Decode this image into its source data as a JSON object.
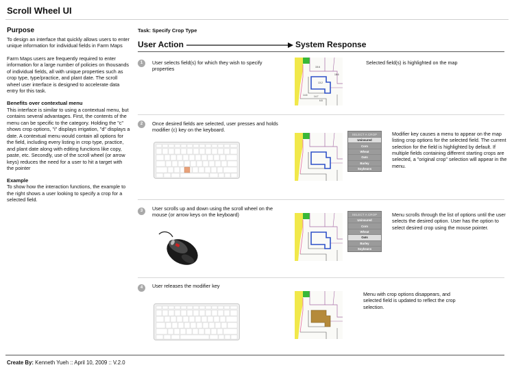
{
  "title": "Scroll Wheel UI",
  "left": {
    "purpose_heading": "Purpose",
    "purpose_p1": "To design an interface that quickly allows users to enter unique information for individual fields in Farm Maps",
    "purpose_p2": "Farm Maps users are frequently required to enter information for a large number of policies on thousands of individual fields, all with unique properties such as crop type, type/practice, and plant date. The scroll wheel user interface is designed to accelerate data entry for this task.",
    "benefits_heading": "Benefits over contextual menu",
    "benefits_p": "This interface is similar to using a contextual menu, but contains several advantages. First, the contents of the menu can be specific to the category. Holding the \"c\" shows crop options, \"i\" displays irrigation, \"d\" displays a date. A contextual menu would contain all options for the field, including every listing in crop type, practice, and plant date along with editing functions like copy, paste, etc. Secondly, use of the scroll wheel (or arrow keys) reduces the need for a user to hit a target with the pointer",
    "example_heading": "Example",
    "example_p": "To show how the interaction functions, the example to the right shows a user looking to specify a crop for a selected field."
  },
  "task": "Task: Specify Crop Type",
  "headers": {
    "user_action": "User Action",
    "system_response": "System Response"
  },
  "map_labels": {
    "a": "15.6",
    "b": "13.2",
    "c": "14.6",
    "d": "18.6",
    "e": "14.7",
    "f": "6.8"
  },
  "menu": {
    "header": "SELECT A CROP",
    "items": [
      "Uninsured",
      "Corn",
      "Wheat",
      "Oats",
      "Barley",
      "Soybeans"
    ]
  },
  "steps": [
    {
      "num": "1",
      "action": "User selects field(s) for which they wish to specify properties",
      "response": "Selected field(s) is highlighted on the map"
    },
    {
      "num": "2",
      "action": "Once desired fields are selected, user presses and holds modifier (c) key on the keyboard.",
      "response": "Modifier key causes a menu to appear on the map listing crop options for the selected field. The current selection for the field is highlighted by default. If multiple fields containing different starting crops are selected, a \"original crop\" selection will appear in the menu.",
      "selected_item": "Uninsured"
    },
    {
      "num": "3",
      "action": "User scrolls up and down using the scroll wheel on the mouse (or arrow keys on the keyboard)",
      "response": "Menu scrolls through the list of options until the user selects the desired option. User has the option to select desired crop using the mouse pointer.",
      "selected_item": "Oats"
    },
    {
      "num": "4",
      "action": "User releases the modifier key",
      "response": "Menu with crop options disappears, and selected field is updated to reflect the crop selection."
    }
  ],
  "footer": {
    "label": "Create By:",
    "text": "Kenneth Yueh  ::  April 10, 2009  ::  V.2.0"
  },
  "colors": {
    "field_highlight": "#2d50c8",
    "updated_field": "#b58a3a",
    "green_field": "#38b838",
    "yellow_field": "#f1e84a",
    "menu_bg": "#9b9b9b",
    "modifier_key": "#e8a27a"
  }
}
